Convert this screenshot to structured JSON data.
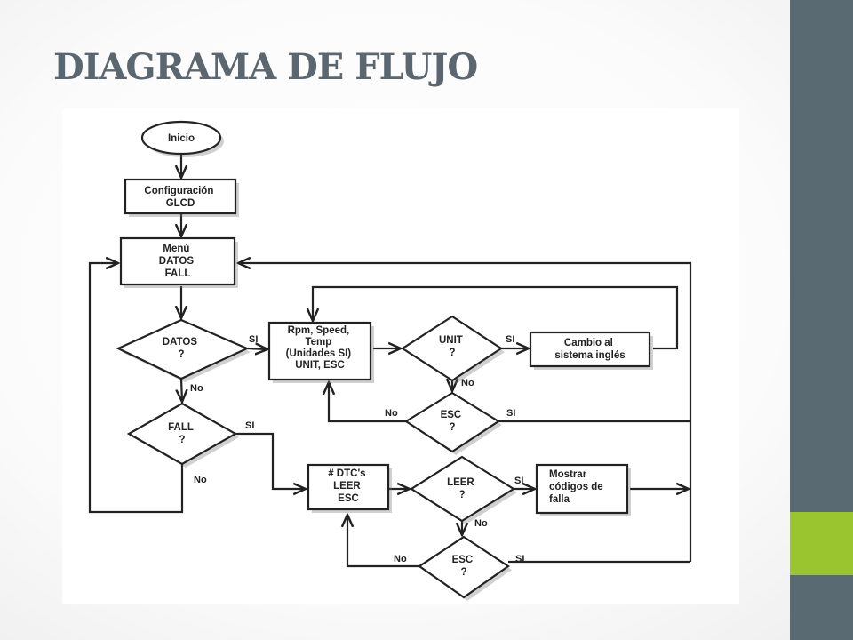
{
  "slide": {
    "title": "DIAGRAMA DE FLUJO",
    "colors": {
      "sidebar": "#5a6a73",
      "accent": "#9ac52e",
      "title": "#5a6670"
    }
  },
  "diagram": {
    "nodes": {
      "inicio": "Inicio",
      "config": [
        "Configuración",
        "GLCD"
      ],
      "menu": [
        "Menú",
        "DATOS",
        "FALL"
      ],
      "datos_q": [
        "DATOS",
        "?"
      ],
      "fall_q": [
        "FALL",
        "?"
      ],
      "rpm": [
        "Rpm, Speed,",
        "Temp",
        "(Unidades SI)",
        "UNIT, ESC"
      ],
      "unit_q": [
        "UNIT",
        "?"
      ],
      "cambio": [
        "Cambio al",
        "sistema inglés"
      ],
      "esc_q1": [
        "ESC",
        "?"
      ],
      "dtc": [
        "# DTC's",
        "LEER",
        "ESC"
      ],
      "leer_q": [
        "LEER",
        "?"
      ],
      "mostrar": [
        "Mostrar",
        "códigos de",
        "falla"
      ],
      "esc_q2": [
        "ESC",
        "?"
      ]
    },
    "edge_labels": {
      "datos_si": "SI",
      "datos_no": "No",
      "fall_si": "SI",
      "fall_no": "No",
      "unit_si": "SI",
      "unit_no": "No",
      "esc1_no": "No",
      "esc1_si": "SI",
      "leer_si": "SI",
      "leer_no": "No",
      "esc2_no": "No",
      "esc2_si": "SI"
    }
  }
}
